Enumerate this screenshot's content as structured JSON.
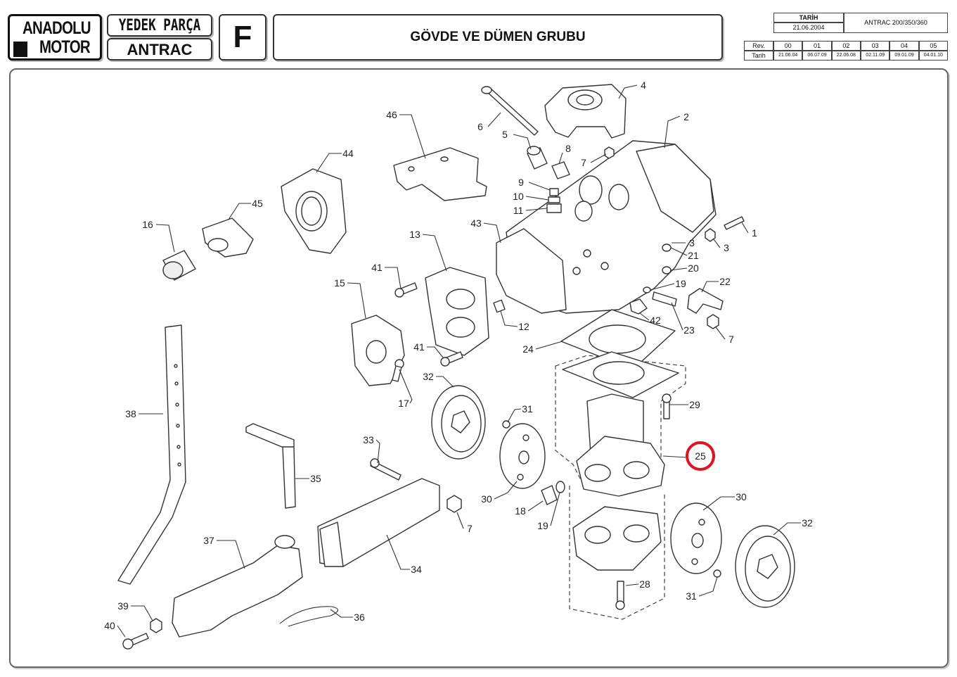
{
  "header": {
    "logo_line1": "ANADOLU",
    "logo_line2": "MOTOR",
    "catalog_label": "YEDEK PARÇA",
    "model_label": "ANTRAC",
    "section_letter": "F",
    "title": "GÖVDE VE DÜMEN GRUBU"
  },
  "revision_block": {
    "tarih_label": "TARİH",
    "tarih_value": "21.06.2004",
    "model_code": "ANTRAC 200/350/360",
    "rev_label": "Rev.",
    "tarih_row_label": "Tarih",
    "revisions": [
      "00",
      "01",
      "02",
      "03",
      "04",
      "05"
    ],
    "revision_dates": [
      "21.06.04",
      "06.07.09",
      "22.06.08",
      "02.11.09",
      "09.01.09",
      "04.01.10"
    ]
  },
  "diagram": {
    "highlighted_part": "25",
    "highlight_color": "#e0141e",
    "part_numbers": [
      "1",
      "2",
      "3",
      "3",
      "4",
      "5",
      "6",
      "7",
      "7",
      "7",
      "8",
      "9",
      "10",
      "11",
      "12",
      "13",
      "15",
      "16",
      "17",
      "18",
      "19",
      "19",
      "20",
      "21",
      "22",
      "23",
      "24",
      "25",
      "28",
      "29",
      "30",
      "30",
      "31",
      "31",
      "32",
      "32",
      "33",
      "34",
      "35",
      "36",
      "37",
      "38",
      "39",
      "40",
      "41",
      "41",
      "42",
      "43",
      "44",
      "45",
      "46"
    ]
  }
}
